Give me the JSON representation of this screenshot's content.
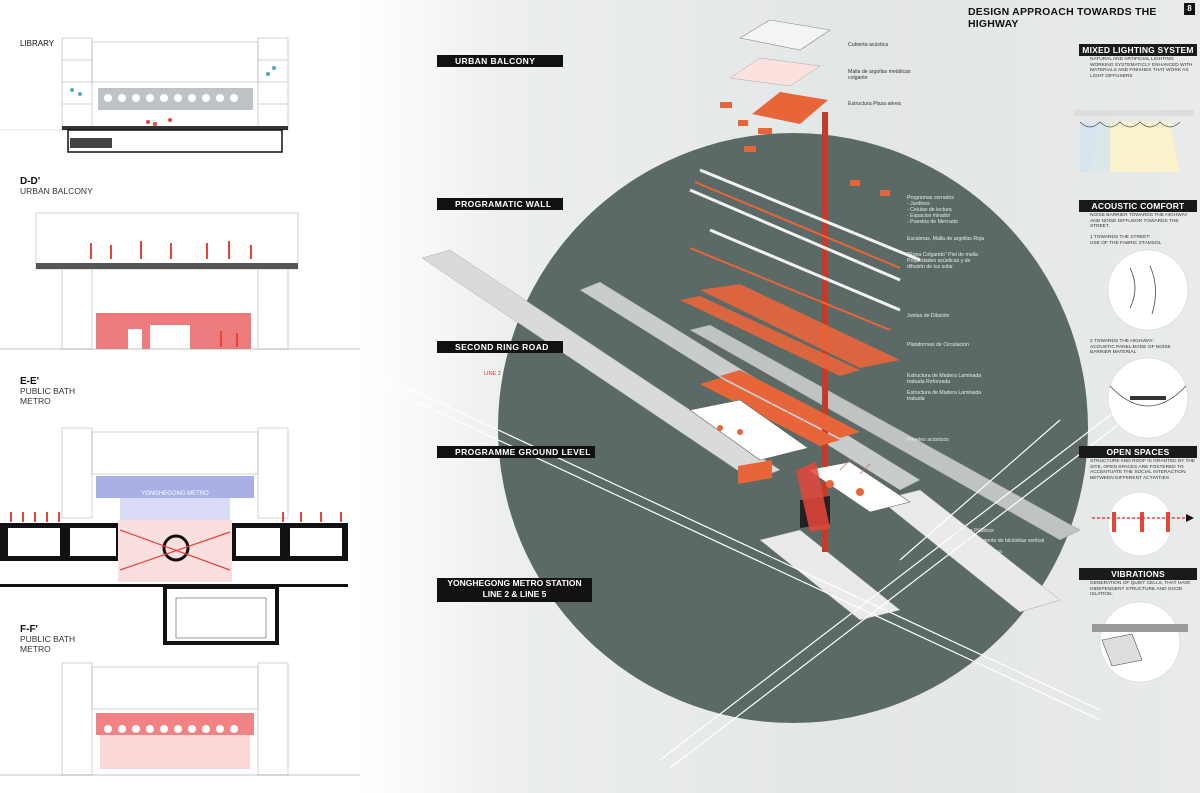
{
  "header": {
    "title": "DESIGN APPROACH TOWARDS THE HIGHWAY",
    "page_number": "8"
  },
  "sections": [
    {
      "title": "LIBRARY",
      "subtitle": ""
    },
    {
      "title": "D-D'",
      "subtitle": "URBAN BALCONY"
    },
    {
      "title": "E-E'",
      "subtitle": "PUBLIC BATH\nMETRO"
    },
    {
      "title": "F-F'",
      "subtitle": "PUBLIC BATH\nMETRO"
    }
  ],
  "e_section_sign": "YONGHEGONG METRO",
  "layers": [
    {
      "label": "URBAN BALCONY"
    },
    {
      "label": "PROGRAMATIC WALL"
    },
    {
      "label": "SECOND RING ROAD"
    },
    {
      "label": "PROGRAMME GROUND LEVEL"
    }
  ],
  "metro_station": {
    "line1": "YONGHEGONG METRO STATION",
    "line2": "LINE 2 & LINE 5"
  },
  "line2_label": "LINE 2",
  "annotations": [
    {
      "text": "Cubierta acústica"
    },
    {
      "text": "Malla de argollas metálicas colgante"
    },
    {
      "text": "Estructura Plaza aérea"
    },
    {
      "text": "Programas cerrados\n- Jardines\n- Celulas de lectura\n- Espacios mirador\n- Puestos de Mercado"
    },
    {
      "text": "Escaleras, Malla de argollas Roja"
    },
    {
      "text": "\"Ropa Colgando\" Piel de malla\nPropiedades acústicas y de\ndifusión de luz solar."
    },
    {
      "text": "Juntas de Dilación"
    },
    {
      "text": "Plataformas de Circulación"
    },
    {
      "text": "Estructura de Madera Laminada\ntrabada Reforzada"
    },
    {
      "text": "Estructura de Madera Laminada\ntrabada"
    },
    {
      "text": "Paneles acústicos"
    },
    {
      "text": "Baños Públicos"
    },
    {
      "text": "Estacionamiento de bicicletas vertical"
    },
    {
      "text": "Escalera mecánica"
    }
  ],
  "sidebar": [
    {
      "heading": "MIXED LIGHTING SYSTEM",
      "text": "NATURAL AND ARTIFICIAL LIGHTING WORKING SYSTEMATICLY ENHANCED WITH MATERIALS AND FINISHES THAT WORK AS LIGHT DIFFUSERS"
    },
    {
      "heading": "ACOUSTIC COMFORT",
      "text": "NOISE BARRIER TOWARDS THE HIGHWAY AND NOISE DIFFUSOR TOWARDS THE STREET."
    },
    {
      "heading": "OPEN SPACES",
      "text": "STRUCTURE AND ROOF IS GRANTED BY THE SITE, OPEN SPACES ARE FOSTERED TO ACCENTUATE THE SOCIAL INTERACTION BETWEEN DIFFERENT ACTIVITIES"
    },
    {
      "heading": "VIBRATIONS",
      "text": "GENERATION OF QUIET CELLS, THAT HAVE INDEPENDENT STRUCTURE AND GOOD ISLATION."
    }
  ],
  "acoustic_notes": [
    {
      "text": "1 TOWARDS THE STREET:\nUSE OF THE FABRIC STAMSOL"
    },
    {
      "text": "2 TOWARDS THE HIGHWAY:\nACOUSTIC PANEL MADE OF NOISE\nBARRIER MATERIAL"
    }
  ],
  "colors": {
    "accent": "#e8453a",
    "circle": "#5b6a66",
    "dark": "#111111"
  }
}
